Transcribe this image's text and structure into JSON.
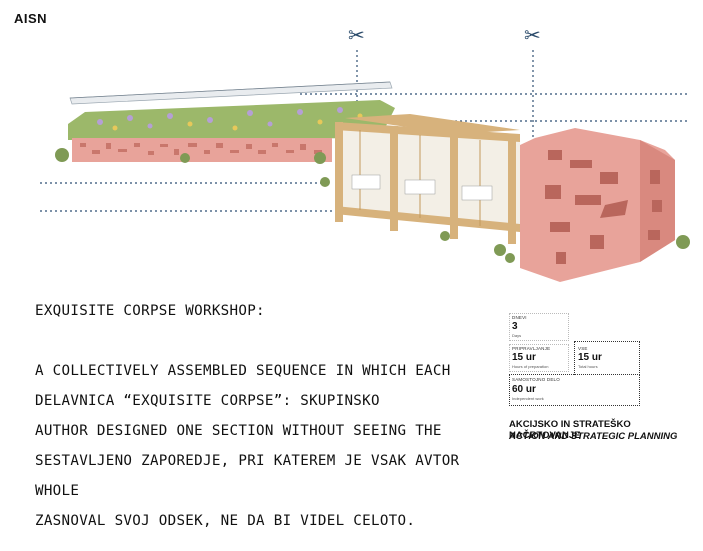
{
  "brand": {
    "logo": "AISN"
  },
  "icons": {
    "scissors": "scissors-icon"
  },
  "colors": {
    "pink": "#e8a39a",
    "wood": "#d7b27c",
    "dotted_line": "#2f4f73",
    "planting": "#9cb86a"
  },
  "title_en": [
    "EXQUISITE CORPSE WORKSHOP:",
    "A COLLECTIVELY ASSEMBLED SEQUENCE IN WHICH EACH",
    "AUTHOR DESIGNED ONE SECTION WITHOUT SEEING THE",
    "WHOLE"
  ],
  "title_si": [
    "DELAVNICA “EXQUISITE CORPSE”: SKUPINSKO",
    "SESTAVLJENO ZAPOREDJE, PRI KATEREM JE VSAK AVTOR",
    "ZASNOVAL SVOJ ODSEK, NE DA BI VIDEL CELOTO."
  ],
  "info": {
    "days": {
      "label": "DNEVI",
      "value": "3",
      "sub": "Days"
    },
    "preparation": {
      "label": "PRIPRAVLJANJE",
      "value": "15 ur",
      "sub": "Hours of preparation"
    },
    "hours": {
      "label": "VSE",
      "value": "15 ur",
      "sub": "Total hours"
    },
    "independent": {
      "label": "SAMOSTOJNO DELO",
      "value": "60 ur",
      "sub": "Independent work"
    }
  },
  "category": {
    "si": "AKCIJSKO IN STRATEŠKO NAČRTOVANJE",
    "en": "ACTION AND STRATEGIC PLANNING"
  }
}
